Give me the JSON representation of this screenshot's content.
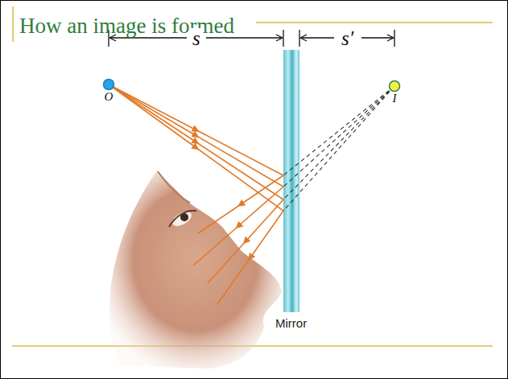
{
  "diagram": {
    "title": "How an image is formed",
    "nodes": [
      {
        "text": [
          "O"
        ]
      },
      {
        "text": [
          "I"
        ]
      }
    ],
    "labels": [
      "s",
      "s′",
      "Mirror"
    ]
  }
}
